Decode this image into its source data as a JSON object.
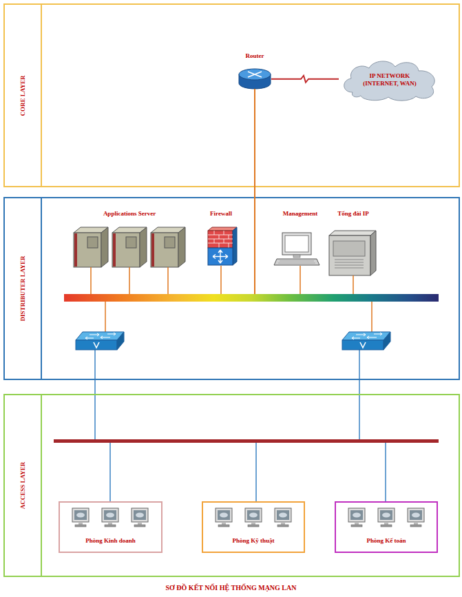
{
  "diagram": {
    "caption": "SƠ ĐỒ KẾT NỐI HỆ THỐNG MẠNG LAN",
    "nodes": [
      {
        "text": [
          "CORE LAYER"
        ]
      },
      {
        "text": [
          "Router"
        ],
        "in": 0
      },
      {
        "text": [
          "IP NETWORK (INTERNET, WAN)"
        ],
        "in": 0
      },
      {
        "text": [
          "DISTRIBUTER LAYER"
        ]
      },
      {
        "text": [
          "Applications Server"
        ],
        "in": 3
      },
      {
        "text": [
          "Firewall"
        ],
        "in": 3
      },
      {
        "text": [
          "Management"
        ],
        "in": 3
      },
      {
        "text": [
          "Tổng đài IP"
        ],
        "in": 3
      },
      {
        "text": [
          "ACCESS LAYER"
        ]
      },
      {
        "text": [
          "Phòng Kinh doanh"
        ],
        "in": 8
      },
      {
        "text": [
          "Phòng Kỹ thuật"
        ],
        "in": 8
      },
      {
        "text": [
          "Phòng Kế toán"
        ],
        "in": 8
      }
    ],
    "edges": [
      {
        "from": 1,
        "to": 2,
        "arrow": "none"
      },
      {
        "from": 1,
        "to": 4,
        "arrow": "none"
      },
      {
        "from": 1,
        "to": 5,
        "arrow": "none"
      },
      {
        "from": 1,
        "to": 6,
        "arrow": "none"
      },
      {
        "from": 1,
        "to": 7,
        "arrow": "none"
      }
    ]
  }
}
